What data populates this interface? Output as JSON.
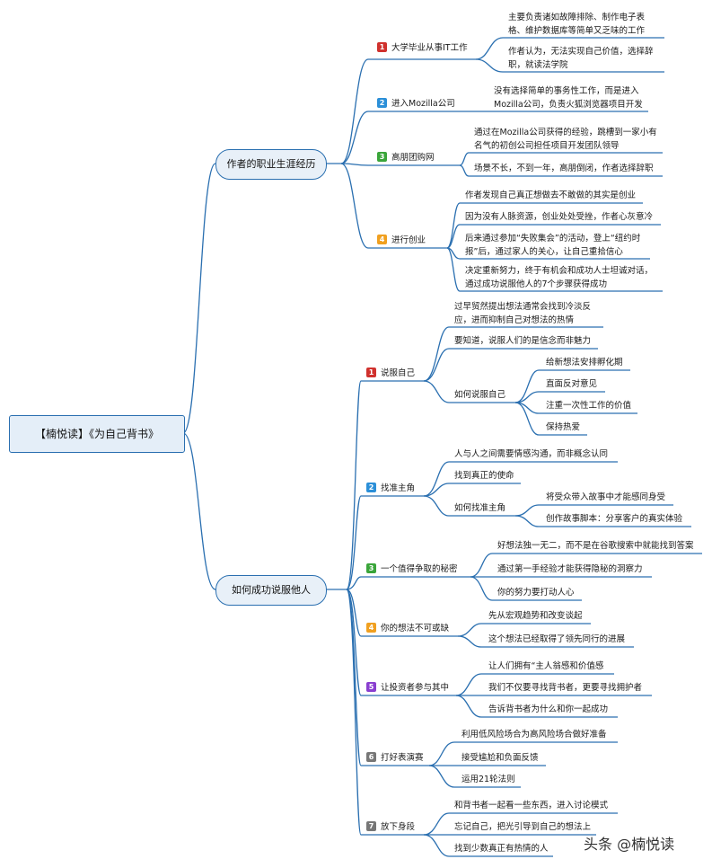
{
  "root": "【楠悦读】《为自己背书》",
  "career": {
    "label": "作者的职业生涯经历",
    "b1": {
      "num": "1",
      "label": "大学毕业从事IT工作",
      "c1l1": "主要负责诸如故障排除、制作电子表",
      "c1l2": "格、维护数据库等简单又乏味的工作",
      "c2l1": "作者认为，无法实现自己价值，选择辞",
      "c2l2": "职，就读法学院"
    },
    "b2": {
      "num": "2",
      "label": "进入Mozilla公司",
      "c1l1": "没有选择简单的事务性工作，而是进入",
      "c1l2": "Mozilla公司，负责火狐浏览器项目开发"
    },
    "b3": {
      "num": "3",
      "label": "高朋团购网",
      "c1l1": "通过在Mozilla公司获得的经验，跳槽到一家小有",
      "c1l2": "名气的初创公司担任项目开发团队领导",
      "c2": "场景不长，不到一年，高朋倒闭，作者选择辞职"
    },
    "b4": {
      "num": "4",
      "label": "进行创业",
      "c1": "作者发现自己真正想做去不敢做的其实是创业",
      "c2": "因为没有人脉资源，创业处处受挫，作者心灰意冷",
      "c3l1": "后来通过参加“失败集会”的活动，登上“纽约时",
      "c3l2": "报”后，通过家人的关心，让自己重拾信心",
      "c4l1": "决定重新努力，终于有机会和成功人士坦诚对话，",
      "c4l2": "通过成功说服他人的7个步骤获得成功"
    }
  },
  "persuade": {
    "label": "如何成功说服他人",
    "b1": {
      "num": "1",
      "label": "说服自己",
      "c1l1": "过早贸然提出想法通常会找到冷淡反",
      "c1l2": "应，进而抑制自己对想法的热情",
      "c2": "要知道，说服人们的是信念而非魅力",
      "c3": "如何说服自己",
      "c3a": "给新想法安排孵化期",
      "c3b": "直面反对意见",
      "c3c": "注重一次性工作的价值",
      "c3d": "保持热爱"
    },
    "b2": {
      "num": "2",
      "label": "找准主角",
      "c1": "人与人之间需要情感沟通，而非概念认同",
      "c2": "找到真正的使命",
      "c3": "如何找准主角",
      "c3a": "将受众带入故事中才能感同身受",
      "c3b": "创作故事脚本：分享客户的真实体验"
    },
    "b3": {
      "num": "3",
      "label": "一个值得争取的秘密",
      "c1": "好想法独一无二，而不是在谷歌搜索中就能找到答案",
      "c2": "通过第一手经验才能获得隐秘的洞察力",
      "c3": "你的努力要打动人心"
    },
    "b4": {
      "num": "4",
      "label": "你的想法不可或缺",
      "c1": "先从宏观趋势和改变谈起",
      "c2": "这个想法已经取得了领先同行的进展"
    },
    "b5": {
      "num": "5",
      "label": "让投资者参与其中",
      "c1": "让人们拥有“主人翁感和价值感",
      "c2": "我们不仅要寻找背书者，更要寻找拥护者",
      "c3": "告诉背书者为什么和你一起成功"
    },
    "b6": {
      "num": "6",
      "label": "打好表演赛",
      "c1": "利用低风险场合为高风险场合做好准备",
      "c2": "接受尴尬和负面反馈",
      "c3": "运用21轮法则"
    },
    "b7": {
      "num": "7",
      "label": "放下身段",
      "c1": "和背书者一起看一些东西，进入讨论模式",
      "c2": "忘记自己，把光引导到自己的想法上",
      "c3": "找到少数真正有热情的人"
    }
  },
  "watermark": "头条 @楠悦读",
  "colors": {
    "line": "#2a6fb0",
    "badge1": "#d0312d",
    "badge2": "#2b8fd8",
    "badge3": "#3aa53a",
    "badge4": "#f0a020",
    "badge5": "#8a3fd0",
    "badge6": "#777777"
  }
}
